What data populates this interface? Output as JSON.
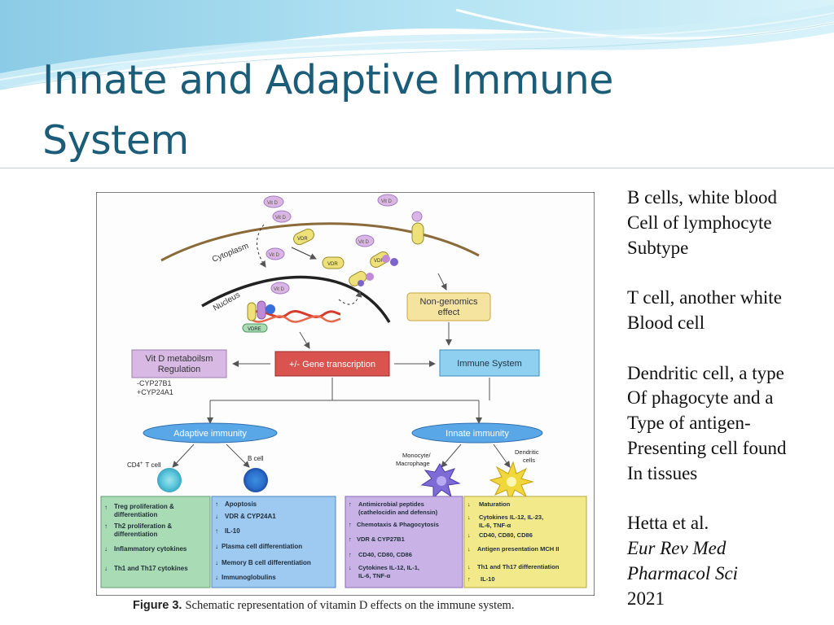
{
  "slide": {
    "title_line1": "Innate and Adaptive Immune",
    "title_line2": "System"
  },
  "notes": {
    "b_cells": [
      "B cells, white blood",
      "Cell of lymphocyte",
      "Subtype"
    ],
    "t_cell": [
      "T cell, another white",
      "Blood cell"
    ],
    "dendritic": [
      "Dendritic cell, a type",
      "Of phagocyte and a",
      "Type of antigen-",
      "Presenting cell found",
      "In tissues"
    ],
    "citation": {
      "authors": "Hetta et al.",
      "journal_line1": "Eur Rev Med",
      "journal_line2": "Pharmacol Sci",
      "year": "2021"
    }
  },
  "figure": {
    "caption_label": "Figure 3.",
    "caption_text": "Schematic representation of vitamin D effects on the immune system.",
    "cytoplasm": "Cytoplasm",
    "nucleus": "Nucleus",
    "vitd": "Vit D",
    "vdr": "VDR",
    "vdre": "VDRE",
    "non_genomic": [
      "Non-genomics",
      "effect"
    ],
    "gene": "+/- Gene transcription",
    "immune": "Immune System",
    "metab": [
      "Vit D metaboilsm",
      "Regulation"
    ],
    "cyp1": "-CYP27B1",
    "cyp2": "+CYP24A1",
    "adaptive": "Adaptive immunity",
    "innate": "Innate immunity",
    "cd4": "CD4",
    "cd4_sup": "+",
    "tcell": "T cell",
    "bcell": "B cell",
    "mono": [
      "Monocyte/",
      "Macrophage"
    ],
    "dendritic": [
      "Dendritic",
      "cells"
    ],
    "box1": [
      "Treg proliferation &",
      "differentiation",
      "Th2 proliferation &",
      "differentiation",
      "Inflammatory cytokines",
      "Th1 and Th17 cytokines"
    ],
    "box2": [
      "Apoptosis",
      "VDR & CYP24A1",
      "IL-10",
      "Plasma cell  differentiation",
      "Memory B cell  differentiation",
      "Immunoglobulins"
    ],
    "box3": [
      "Antimicrobial peptides",
      "(cathelocidin and defensin)",
      "Chemotaxis & Phagocytosis",
      "VDR & CYP27B1",
      "CD40, CD80, CD86",
      "Cytokines IL-12, IL-1,",
      "IL-6, TNF-α"
    ],
    "box4": [
      "Maturation",
      "Cytokines IL-12, IL-23,",
      "IL-6, TNF-α",
      "CD40, CD80, CD86",
      "Antigen presentation MCH II",
      "Th1 and Th17  differentiation",
      "IL-10"
    ]
  },
  "colors": {
    "title": "#1b5d78",
    "gene_box": "#d9534f",
    "immune_box": "#8fd0f0",
    "nongenomic_box": "#f4e4a0",
    "metab_box": "#d7b9e3",
    "ellipse": "#5aa7e8",
    "box_green": "#a9dcb4",
    "box_blue": "#9ec9f0",
    "box_purple": "#c9b3e6",
    "box_yellow": "#f2ea8a"
  }
}
